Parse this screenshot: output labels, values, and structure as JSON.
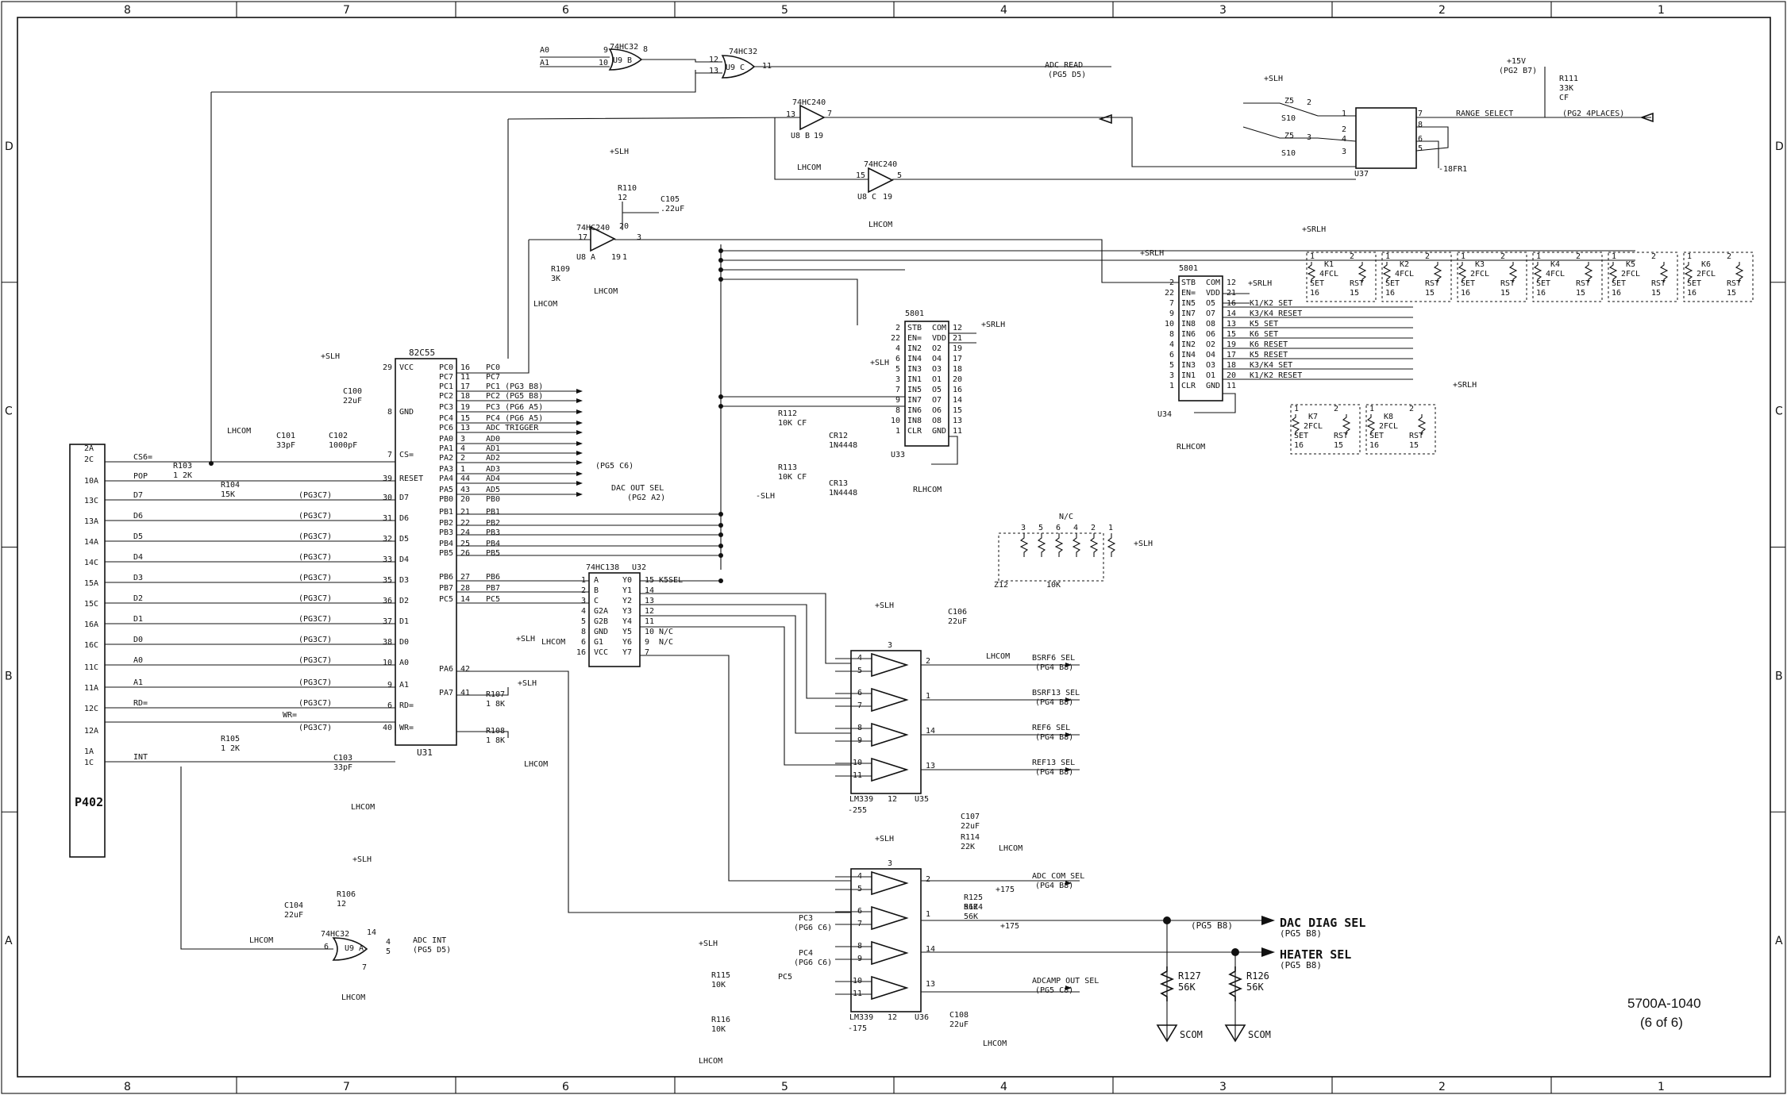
{
  "zones": {
    "columns": [
      "8",
      "7",
      "6",
      "5",
      "4",
      "3",
      "2",
      "1"
    ],
    "rows": [
      "D",
      "C",
      "B",
      "A"
    ]
  },
  "footer": {
    "drawing_number": "5700A-1040",
    "sheet": "(6 of 6)"
  },
  "connector": {
    "ref": "P402",
    "pins": [
      "2A",
      "2C",
      "10A",
      "13C",
      "13A",
      "14A",
      "14C",
      "15A",
      "15C",
      "16A",
      "16C",
      "11C",
      "11A",
      "12C",
      "12A",
      "1A",
      "1C"
    ],
    "nets": [
      "CS6=",
      "POP",
      "D7",
      "D6",
      "D5",
      "D4",
      "D3",
      "D2",
      "D1",
      "D0",
      "A0",
      "A1",
      "RD=",
      "INT"
    ]
  },
  "ppi": {
    "part": "82C55",
    "ref": "U31",
    "left_pins": [
      {
        "num": "29",
        "name": "VCC"
      },
      {
        "num": "8",
        "name": "GND"
      },
      {
        "num": "7",
        "name": "CS="
      },
      {
        "num": "39",
        "name": "RESET"
      },
      {
        "num": "30",
        "name": "D7"
      },
      {
        "num": "31",
        "name": "D6"
      },
      {
        "num": "32",
        "name": "D5"
      },
      {
        "num": "33",
        "name": "D4"
      },
      {
        "num": "35",
        "name": "D3"
      },
      {
        "num": "36",
        "name": "D2"
      },
      {
        "num": "37",
        "name": "D1"
      },
      {
        "num": "38",
        "name": "D0"
      },
      {
        "num": "10",
        "name": "A0"
      },
      {
        "num": "9",
        "name": "A1"
      },
      {
        "num": "6",
        "name": "RD="
      },
      {
        "num": "40",
        "name": "WR="
      }
    ],
    "right_pins": [
      {
        "name": "PC0",
        "num": "16",
        "net": "PC0"
      },
      {
        "name": "PC7",
        "num": "11",
        "net": "PC7"
      },
      {
        "name": "PC1",
        "num": "17",
        "net": "PC1 (PG3 B8)"
      },
      {
        "name": "PC2",
        "num": "18",
        "net": "PC2 (PG5 B8)"
      },
      {
        "name": "PC3",
        "num": "19",
        "net": "PC3 (PG6 A5)"
      },
      {
        "name": "PC4",
        "num": "15",
        "net": "PC4 (PG6 A5)"
      },
      {
        "name": "PC6",
        "num": "13",
        "net": "ADC TRIGGER"
      },
      {
        "name": "PA0",
        "num": "3",
        "net": "AD0"
      },
      {
        "name": "PA1",
        "num": "4",
        "net": "AD1"
      },
      {
        "name": "PA2",
        "num": "2",
        "net": "AD2"
      },
      {
        "name": "PA3",
        "num": "1",
        "net": "AD3"
      },
      {
        "name": "PA4",
        "num": "44",
        "net": "AD4"
      },
      {
        "name": "PA5",
        "num": "43",
        "net": "AD5"
      },
      {
        "name": "PB0",
        "num": "20",
        "net": "PB0"
      },
      {
        "name": "PB1",
        "num": "21",
        "net": "PB1"
      },
      {
        "name": "PB2",
        "num": "22",
        "net": "PB2"
      },
      {
        "name": "PB3",
        "num": "24",
        "net": "PB3"
      },
      {
        "name": "PB4",
        "num": "25",
        "net": "PB4"
      },
      {
        "name": "PB5",
        "num": "26",
        "net": "PB5"
      },
      {
        "name": "PB6",
        "num": "27",
        "net": "PB6"
      },
      {
        "name": "PB7",
        "num": "28",
        "net": "PB7"
      },
      {
        "name": "PC5",
        "num": "14",
        "net": "PC5"
      },
      {
        "name": "PA6",
        "num": "42",
        "net": ""
      },
      {
        "name": "PA7",
        "num": "41",
        "net": ""
      }
    ],
    "pa_ref": "(PG5 C6)",
    "dac_out": "DAC OUT SEL",
    "dac_out_ref": "(PG2 A2)"
  },
  "data_refs": [
    "(PG3C7)"
  ],
  "gates": {
    "or_b": {
      "part": "74HC32",
      "ref": "U9 B",
      "in1": "A0",
      "in2": "A1",
      "p1": "9",
      "p2": "10",
      "out": "8"
    },
    "or_c": {
      "part": "74HC32",
      "ref": "U9 C",
      "p1": "12",
      "p2": "13",
      "out": "11",
      "net": "ADC READ",
      "dest": "(PG5 D5)"
    },
    "or_a": {
      "part": "74HC32",
      "ref": "U9 A",
      "p1": "6",
      "p2": "4",
      "p3": "5",
      "pwr": "14",
      "gnd": "7",
      "net": "ADC INT",
      "dest": "(PG5 D5)"
    },
    "buf_b": {
      "part": "74HC240",
      "ref": "U8 B",
      "in": "13",
      "out": "7",
      "en": "19"
    },
    "buf_c": {
      "part": "74HC240",
      "ref": "U8 C",
      "in": "15",
      "out": "5",
      "en": "19"
    },
    "buf_a": {
      "part": "74HC240",
      "ref": "U8 A",
      "in": "17",
      "out": "3",
      "pwr": "20",
      "en": "1",
      "en2": "19"
    }
  },
  "decoder": {
    "part": "74HC138",
    "ref": "U32",
    "inputs": [
      {
        "num": "1",
        "name": "A"
      },
      {
        "num": "2",
        "name": "B"
      },
      {
        "num": "3",
        "name": "C"
      },
      {
        "num": "4",
        "name": "G2A"
      },
      {
        "num": "5",
        "name": "G2B"
      },
      {
        "num": "8",
        "name": "GND"
      },
      {
        "num": "6",
        "name": "G1"
      },
      {
        "num": "16",
        "name": "VCC"
      }
    ],
    "outputs": [
      {
        "name": "Y0",
        "num": "15",
        "net": "K5SEL"
      },
      {
        "name": "Y1",
        "num": "14"
      },
      {
        "name": "Y2",
        "num": "13"
      },
      {
        "name": "Y3",
        "num": "12"
      },
      {
        "name": "Y4",
        "num": "11"
      },
      {
        "name": "Y5",
        "num": "10",
        "net": "N/C"
      },
      {
        "name": "Y6",
        "num": "9",
        "net": "N/C"
      },
      {
        "name": "Y7",
        "num": "7"
      }
    ]
  },
  "drivers": {
    "s801": {
      "part": "5801",
      "ref": "U33",
      "left": [
        {
          "num": "2",
          "name": "STB"
        },
        {
          "num": "22",
          "name": "EN="
        },
        {
          "num": "4",
          "name": "IN2"
        },
        {
          "num": "6",
          "name": "IN4"
        },
        {
          "num": "5",
          "name": "IN3"
        },
        {
          "num": "3",
          "name": "IN1"
        },
        {
          "num": "7",
          "name": "IN5"
        },
        {
          "num": "9",
          "name": "IN7"
        },
        {
          "num": "8",
          "name": "IN6"
        },
        {
          "num": "10",
          "name": "IN8"
        },
        {
          "num": "1",
          "name": "CLR"
        }
      ],
      "right": [
        {
          "name": "COM",
          "num": "12"
        },
        {
          "name": "VDD",
          "num": "21"
        },
        {
          "name": "O2",
          "num": "19"
        },
        {
          "name": "O4",
          "num": "17"
        },
        {
          "name": "O3",
          "num": "18"
        },
        {
          "name": "O1",
          "num": "20"
        },
        {
          "name": "O5",
          "num": "16"
        },
        {
          "name": "O7",
          "num": "14"
        },
        {
          "name": "O6",
          "num": "15"
        },
        {
          "name": "O8",
          "num": "13"
        },
        {
          "name": "GND",
          "num": "11"
        }
      ]
    },
    "s802": {
      "part": "5801",
      "ref": "U34",
      "left": [
        {
          "num": "2",
          "name": "STB"
        },
        {
          "num": "22",
          "name": "EN="
        },
        {
          "num": "7",
          "name": "IN5"
        },
        {
          "num": "9",
          "name": "IN7"
        },
        {
          "num": "10",
          "name": "IN8"
        },
        {
          "num": "8",
          "name": "IN6"
        },
        {
          "num": "4",
          "name": "IN2"
        },
        {
          "num": "6",
          "name": "IN4"
        },
        {
          "num": "5",
          "name": "IN3"
        },
        {
          "num": "3",
          "name": "IN1"
        },
        {
          "num": "1",
          "name": "CLR"
        }
      ],
      "right": [
        {
          "name": "COM",
          "num": "12"
        },
        {
          "name": "VDD",
          "num": "21"
        },
        {
          "name": "O5",
          "num": "16"
        },
        {
          "name": "O7",
          "num": "14"
        },
        {
          "name": "O8",
          "num": "13"
        },
        {
          "name": "O6",
          "num": "15"
        },
        {
          "name": "O2",
          "num": "19"
        },
        {
          "name": "O4",
          "num": "17"
        },
        {
          "name": "O3",
          "num": "18"
        },
        {
          "name": "O1",
          "num": "20"
        },
        {
          "name": "GND",
          "num": "11"
        }
      ],
      "nets": [
        "K1/K2 SET",
        "K3/K4 RESET",
        "K5 SET",
        "K6 SET",
        "K6 RESET",
        "K5 RESET",
        "K3/K4 SET",
        "K1/K2 RESET"
      ]
    }
  },
  "relays": {
    "top": [
      {
        "ref": "K1",
        "type": "4FCL"
      },
      {
        "ref": "K2",
        "type": "4FCL"
      },
      {
        "ref": "K3",
        "type": "2FCL"
      },
      {
        "ref": "K4",
        "type": "4FCL"
      },
      {
        "ref": "K5",
        "type": "2FCL"
      },
      {
        "ref": "K6",
        "type": "2FCL"
      }
    ],
    "bottom": [
      {
        "ref": "K7",
        "type": "2FCL"
      },
      {
        "ref": "K8",
        "type": "2FCL"
      }
    ],
    "set": "SET",
    "rst": "RST",
    "p16": "16",
    "p15": "15",
    "p1": "1",
    "p2": "2"
  },
  "optocoupler": {
    "ref": "U37",
    "switches": [
      "S10",
      "S10"
    ],
    "z": [
      "Z5",
      "Z5"
    ],
    "pins": [
      "1",
      "2",
      "3",
      "4",
      "5",
      "6",
      "7",
      "8"
    ],
    "pin_labels": [
      "2",
      "3"
    ],
    "net": "RANGE SELECT",
    "dest": "(PG2 4PLACES)",
    "neg": "-18FR1",
    "r111": {
      "ref": "R111",
      "value": "33K",
      "note": "CF",
      "rail": "+15V",
      "rail_ref": "(PG2 B7)"
    }
  },
  "comparators_top": {
    "part": "LM339",
    "ref": "U35",
    "supply": "3",
    "gnd": "12",
    "neg": "-255",
    "outputs": [
      {
        "pins": [
          "4",
          "5"
        ],
        "out": "2",
        "net": "BSRF6 SEL",
        "dest": "(PG4 B8)"
      },
      {
        "pins": [
          "6",
          "7"
        ],
        "out": "1",
        "net": "BSRF13 SEL",
        "dest": "(PG4 B8)"
      },
      {
        "pins": [
          "8",
          "9"
        ],
        "out": "14",
        "net": "REF6 SEL",
        "dest": "(PG4 B8)"
      },
      {
        "pins": [
          "10",
          "11"
        ],
        "out": "13",
        "net": "REF13 SEL",
        "dest": "(PG4 B8)"
      }
    ]
  },
  "comparators_bottom": {
    "part": "LM339",
    "ref": "U36",
    "supply": "3",
    "gnd": "12",
    "neg": "-175",
    "inputs": [
      "PC3",
      "(PG6 C6)",
      "PC4",
      "(PG6 C6)",
      "PC5"
    ],
    "outputs": [
      {
        "pins": [
          "4",
          "5"
        ],
        "out": "2",
        "net": "ADC COM SEL",
        "dest": "(PG4 B8)"
      },
      {
        "pins": [
          "6",
          "7"
        ],
        "out": "1",
        "net": "DAC DIAG SEL",
        "dest": "(PG5 B8)"
      },
      {
        "pins": [
          "8",
          "9"
        ],
        "out": "14",
        "net": "HEATER SEL",
        "dest": "(PG5 B8)"
      },
      {
        "pins": [
          "10",
          "11"
        ],
        "out": "13",
        "net": "ADCAMP OUT SEL",
        "dest": "(PG5 C8)"
      }
    ]
  },
  "passives": [
    {
      "ref": "R103",
      "value": "1 2K"
    },
    {
      "ref": "R104",
      "value": "15K"
    },
    {
      "ref": "R105",
      "value": "1 2K"
    },
    {
      "ref": "R106",
      "value": "12"
    },
    {
      "ref": "R107",
      "value": "1 8K"
    },
    {
      "ref": "R108",
      "value": "1 8K"
    },
    {
      "ref": "R109",
      "value": "3K"
    },
    {
      "ref": "R110",
      "value": "12"
    },
    {
      "ref": "R112",
      "value": "10K CF"
    },
    {
      "ref": "R113",
      "value": "10K CF"
    },
    {
      "ref": "R114",
      "value": "22K"
    },
    {
      "ref": "R115",
      "value": "10K"
    },
    {
      "ref": "R116",
      "value": "10K"
    },
    {
      "ref": "R124",
      "value": "56K"
    },
    {
      "ref": "R125",
      "value": "56K"
    },
    {
      "ref": "R126",
      "value": "56K"
    },
    {
      "ref": "R127",
      "value": "56K"
    },
    {
      "ref": "C100",
      "value": "22uF"
    },
    {
      "ref": "C101",
      "value": "33pF"
    },
    {
      "ref": "C102",
      "value": "1000pF"
    },
    {
      "ref": "C103",
      "value": "33pF"
    },
    {
      "ref": "C104",
      "value": "22uF"
    },
    {
      "ref": "C105",
      "value": ".22uF"
    },
    {
      "ref": "C106",
      "value": "22uF"
    },
    {
      "ref": "C107",
      "value": "22uF"
    },
    {
      "ref": "C108",
      "value": "22uF"
    },
    {
      "ref": "CR12",
      "value": "1N4448"
    },
    {
      "ref": "CR13",
      "value": "1N4448"
    }
  ],
  "resnet": {
    "ref": "Z12",
    "value": "10K",
    "pins": [
      "3",
      "5",
      "6",
      "4",
      "2",
      "1"
    ],
    "nc": "N/C"
  },
  "rails": {
    "slh": "+SLH",
    "srlh": "+SRLH",
    "lhcom": "LHCOM",
    "rlhcom": "RLHCOM",
    "scom": "SCOM",
    "neg_slh": "-SLH",
    "p175": "+175",
    "wr": "WR="
  },
  "misc": {
    "dac_diag_ref": "(PG5 B8)"
  }
}
